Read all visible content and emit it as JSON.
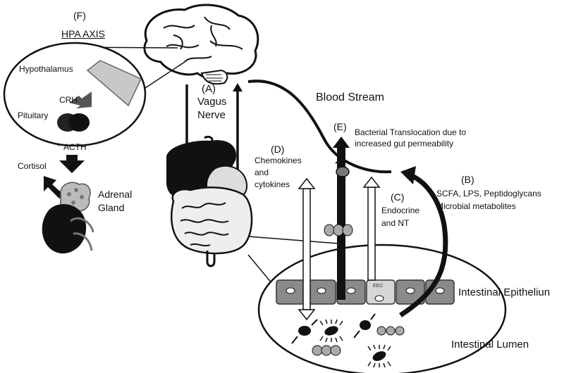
{
  "hpa": {
    "panel_label": "(F)",
    "title": "HPA AXIS",
    "hypothalamus": "Hypothalamus",
    "crh": "CRH",
    "pituitary": "Pituitary",
    "acth": "ACTH",
    "cortisol": "Cortisol",
    "adrenal_line1": "Adrenal",
    "adrenal_line2": "Gland"
  },
  "vagus": {
    "panel_label": "(A)",
    "line1": "Vagus",
    "line2": "Nerve"
  },
  "blood_stream": "Blood Stream",
  "translocation": {
    "panel_label": "(E)",
    "line1": "Bacterial Translocation due to",
    "line2": "increased gut permeability"
  },
  "immune": {
    "panel_label": "(D)",
    "line1": "Chemokines",
    "line2": "and",
    "line3": "cytokines"
  },
  "endocrine": {
    "panel_label": "(C)",
    "line1": "Endocrine",
    "line2": "and NT"
  },
  "microbial": {
    "panel_label": "(B)",
    "line1": "SCFA, LPS, Peptidoglycans",
    "line2": "Microbial metabolites"
  },
  "eec_label": "EEC",
  "epithelium_label": "Intestinal Epitheliun",
  "lumen_label": "Intestinal Lumen",
  "colors": {
    "ink": "#111111",
    "gray_dark": "#555555",
    "gray_mid": "#8a8a8a",
    "gray_light": "#c8c8c8",
    "gray_fill": "#b5b5b5"
  }
}
